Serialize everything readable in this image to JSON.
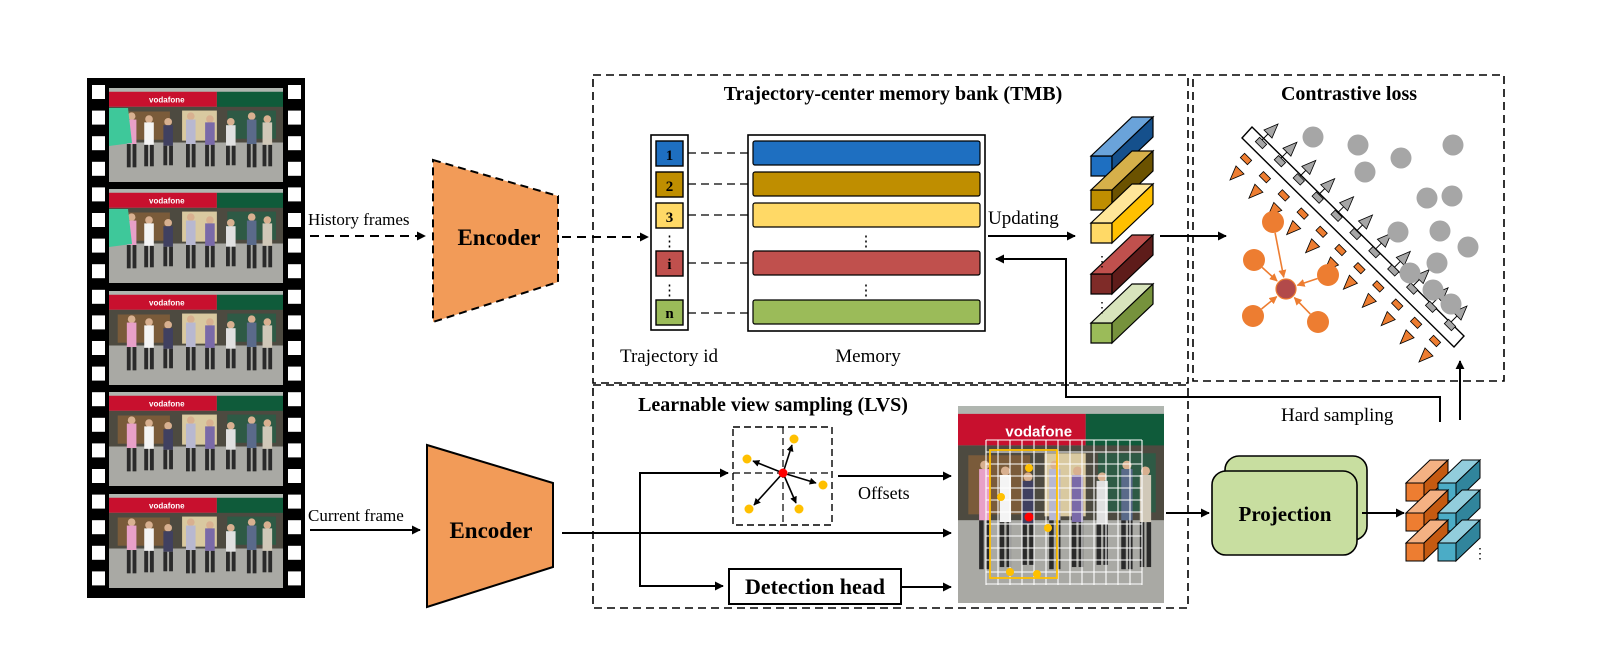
{
  "labels": {
    "history_frames": "History frames",
    "current_frame": "Current frame",
    "encoder_top": "Encoder",
    "encoder_bottom": "Encoder",
    "tmb_title": "Trajectory-center memory bank (TMB)",
    "trajectory_id": "Trajectory id",
    "memory": "Memory",
    "updating": "Updating",
    "contrastive_title": "Contrastive loss",
    "lvs_title": "Learnable view sampling (LVS)",
    "offsets": "Offsets",
    "detection_head": "Detection head",
    "hard_sampling": "Hard sampling",
    "projection": "Projection",
    "vdots": "⋮",
    "frame_brand": "vodafone"
  },
  "trajectory_ids": [
    "1",
    "2",
    "3",
    "i",
    "n"
  ],
  "colors": {
    "encoder": "#f29b58",
    "track1": "#1e6fc1",
    "track2": "#bf8e00",
    "track3": "#ffd966",
    "tracki": "#c0504d",
    "trackn": "#9bbb59",
    "projection": "#c8dea0",
    "anchor": "#b24a4a",
    "positive": "#ed7d31",
    "negative": "#a6a6a6",
    "proj_orange": "#ed7d31",
    "proj_blue": "#4bacc6",
    "offset_point": "#ffc000",
    "offset_center": "#ff0000"
  }
}
